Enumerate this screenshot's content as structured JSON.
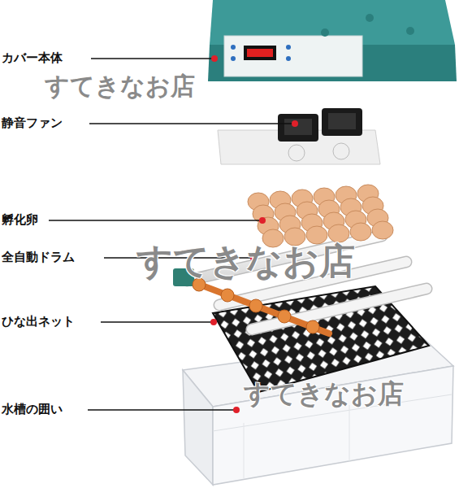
{
  "diagram": {
    "labels": [
      "カバー本体",
      "すてきなお店",
      "静音ファン",
      "孵化卵",
      "全自動ドラム",
      "すてきなお店",
      "ひな出ネット",
      "水槽の囲い",
      "すてきなお店"
    ]
  }
}
